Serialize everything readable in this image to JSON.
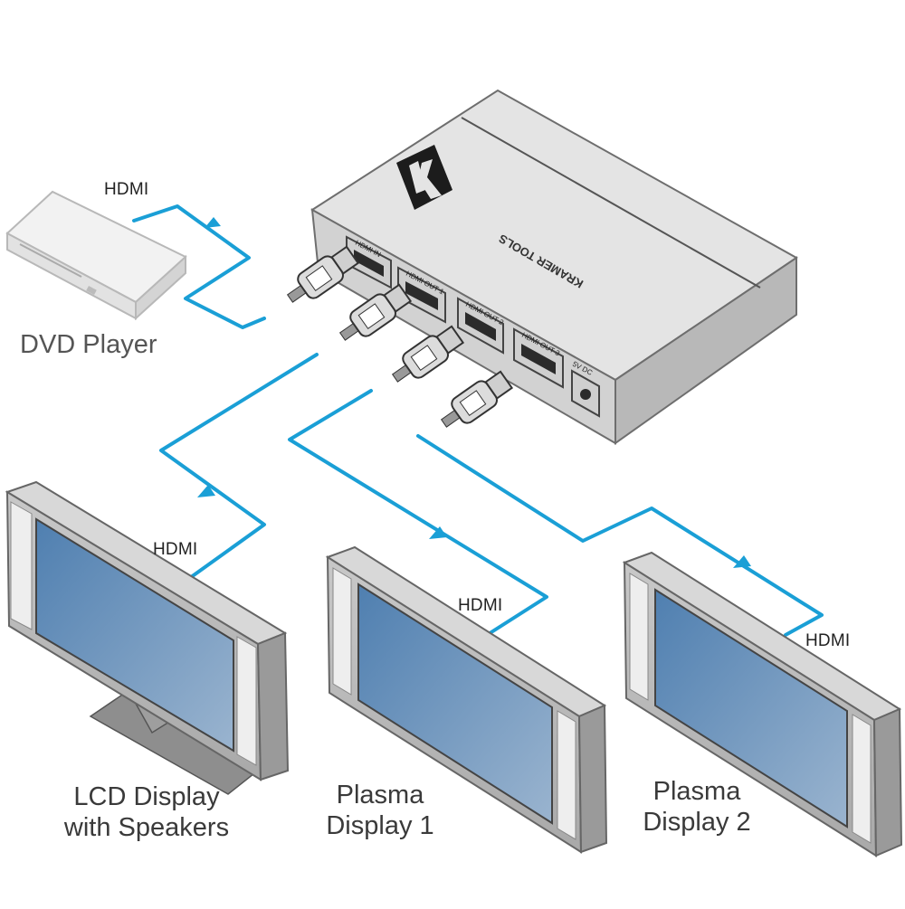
{
  "diagram": {
    "cable_color": "#1a9fd6",
    "device": {
      "brand_text": "KRAMER TOOLS",
      "ports": [
        "HDMI IN",
        "HDMI OUT 1",
        "HDMI OUT 2",
        "HDMI OUT 3",
        "5V DC"
      ]
    },
    "source": {
      "name": "DVD Player",
      "cable_label": "HDMI"
    },
    "outputs": [
      {
        "line1": "LCD Display",
        "line2": "with Speakers",
        "cable_label": "HDMI"
      },
      {
        "line1": "Plasma",
        "line2": "Display 1",
        "cable_label": "HDMI"
      },
      {
        "line1": "Plasma",
        "line2": "Display 2",
        "cable_label": "HDMI"
      }
    ]
  }
}
